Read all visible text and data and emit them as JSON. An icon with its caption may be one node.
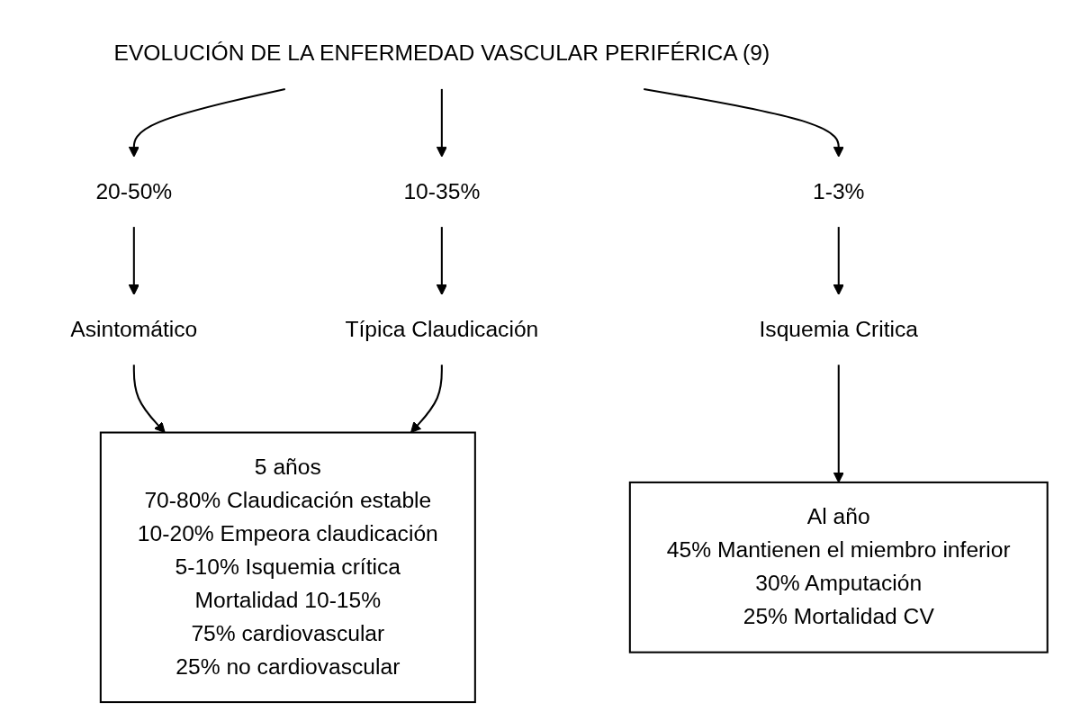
{
  "diagram": {
    "nodes": [
      {
        "text": [
          "EVOLUCIÓN DE LA ENFERMEDAD VASCULAR PERIFÉRICA (9)"
        ]
      },
      {
        "text": [
          "20-50%"
        ]
      },
      {
        "text": [
          "10-35%"
        ]
      },
      {
        "text": [
          "1-3%"
        ]
      },
      {
        "text": [
          "Asintomático"
        ]
      },
      {
        "text": [
          "Típica Claudicación"
        ]
      },
      {
        "text": [
          "Isquemia Critica"
        ]
      },
      {
        "text": [
          "5 años",
          "70-80% Claudicación estable",
          "10-20% Empeora claudicación",
          "5-10% Isquemia crítica",
          "Mortalidad 10-15%",
          "75% cardiovascular",
          "25% no cardiovascular"
        ]
      },
      {
        "text": [
          "Al año",
          "45% Mantienen el miembro inferior",
          "30% Amputación",
          "25% Mortalidad CV"
        ]
      }
    ],
    "edges": [
      {
        "from": 0,
        "to": 1,
        "arrow": "to"
      },
      {
        "from": 0,
        "to": 2,
        "arrow": "to"
      },
      {
        "from": 0,
        "to": 3,
        "arrow": "to"
      },
      {
        "from": 1,
        "to": 4,
        "arrow": "to"
      },
      {
        "from": 2,
        "to": 5,
        "arrow": "to"
      },
      {
        "from": 3,
        "to": 6,
        "arrow": "to"
      },
      {
        "from": 4,
        "to": 7,
        "arrow": "to"
      },
      {
        "from": 5,
        "to": 7,
        "arrow": "to"
      },
      {
        "from": 6,
        "to": 8,
        "arrow": "to"
      }
    ]
  }
}
